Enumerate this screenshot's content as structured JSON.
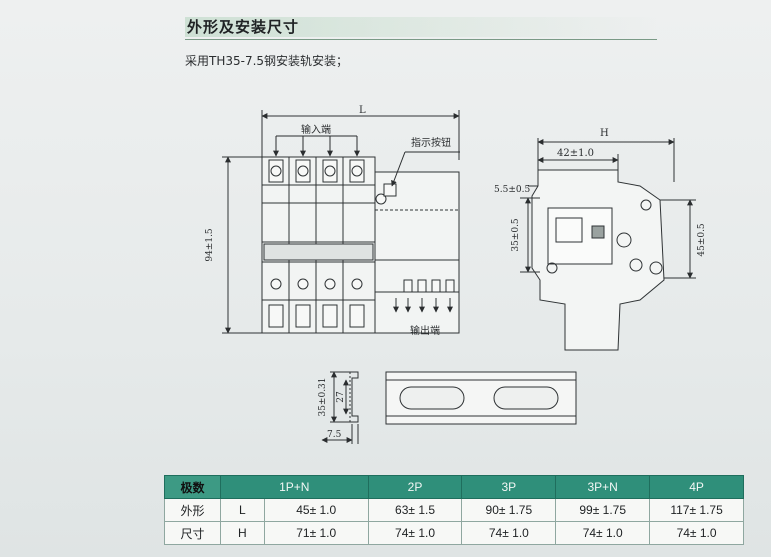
{
  "section_title": "外形及安装尺寸",
  "mount_note": "采用TH35-7.5钢安装轨安装；",
  "drawing": {
    "front": {
      "width_label": "L",
      "height_label": "94±1.5",
      "input_label": "输入端",
      "indicator_label": "指示按钮",
      "output_label": "输出端"
    },
    "side": {
      "depth_label": "H",
      "dim_42": "42±1.0",
      "dim_55": "5.5±0.5",
      "dim_35": "35±0.5",
      "dim_45": "45±0.5"
    },
    "rail": {
      "dim_35": "35±0.31",
      "dim_27": "27",
      "dim_75": "7.5"
    }
  },
  "table": {
    "header": [
      "极数",
      "1P+N",
      "2P",
      "3P",
      "3P+N",
      "4P"
    ],
    "rows": [
      {
        "name": "外形",
        "symbol": "L",
        "values": [
          "45± 1.0",
          "63± 1.5",
          "90± 1.75",
          "99± 1.75",
          "117± 1.75"
        ]
      },
      {
        "name": "尺寸",
        "symbol": "H",
        "values": [
          "71± 1.0",
          "74± 1.0",
          "74± 1.0",
          "74± 1.0",
          "74± 1.0"
        ]
      }
    ]
  }
}
